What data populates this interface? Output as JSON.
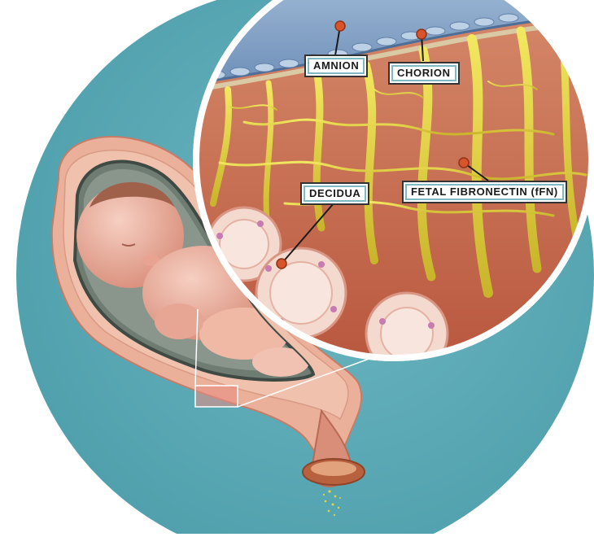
{
  "labels": {
    "amnion": "AMNION",
    "chorion": "CHORION",
    "decidua": "DECIDUA",
    "ffn": "FETAL FIBRONECTIN (fFN)"
  },
  "colors": {
    "background_circle": "#5aa9b5",
    "fibronectin_fibers": "#e7d83a",
    "amnion_layer": "#8fb3d6",
    "decidua_tissue": "#e7a1a1",
    "pointer_dot": "#d9542b",
    "uterus_wall": "#e9a98f",
    "callout_ring": "#ffffff"
  },
  "icons": {
    "pointer": "orange-dot",
    "fetus": "fetus-illustration"
  }
}
